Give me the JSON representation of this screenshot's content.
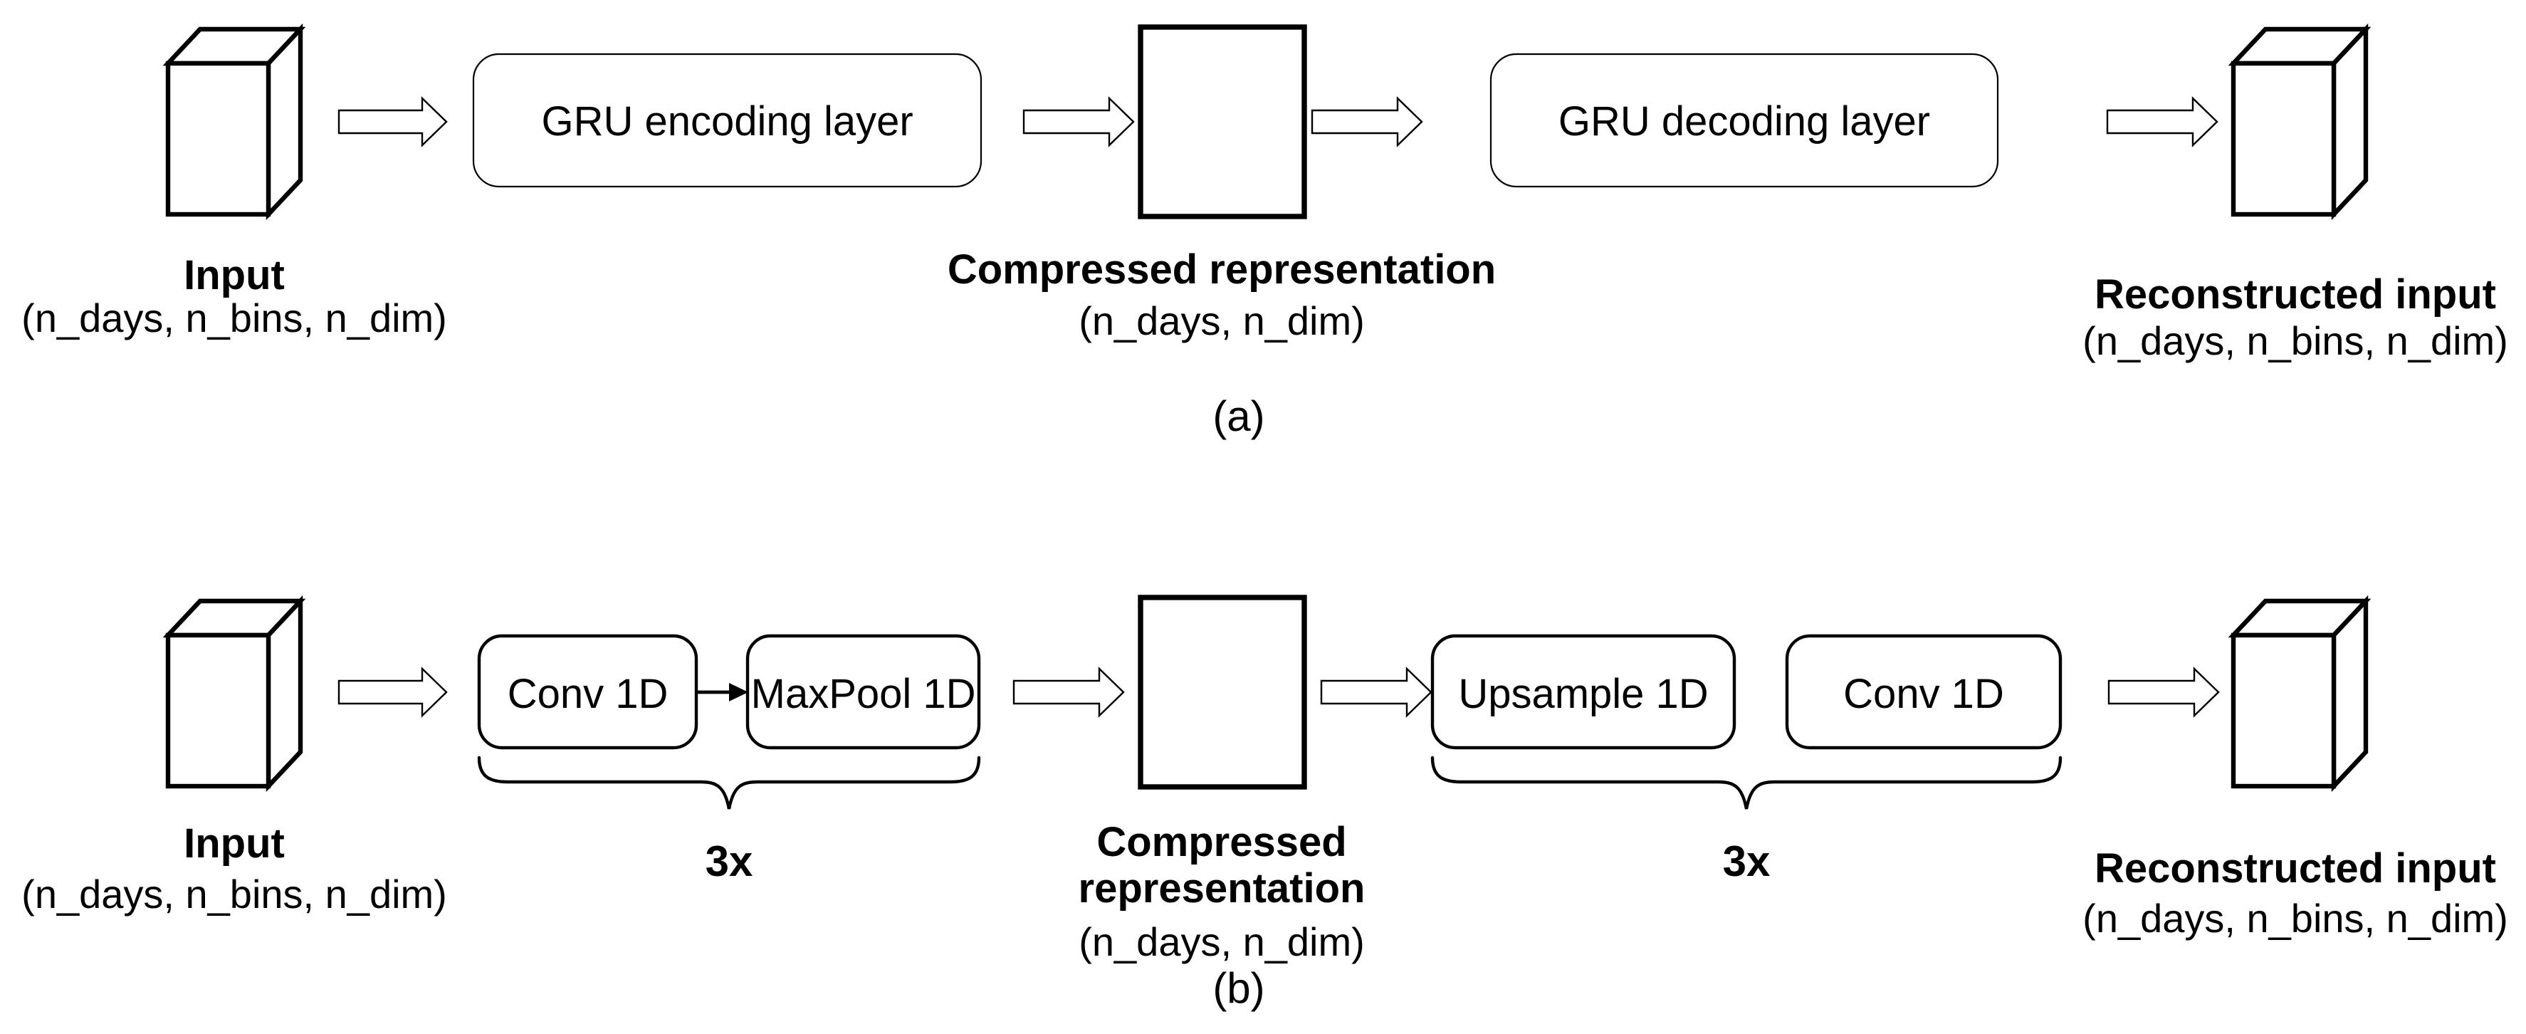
{
  "figure": {
    "background": "#ffffff",
    "ink": "#000000",
    "panel_a": {
      "tag": "(a)",
      "input": {
        "title": "Input",
        "dims": "(n_days, n_bins, n_dim)"
      },
      "encoder_box": "GRU encoding layer",
      "compressed": {
        "title": "Compressed representation",
        "dims": "(n_days, n_dim)"
      },
      "decoder_box": "GRU decoding layer",
      "output": {
        "title": "Reconstructed input",
        "dims": "(n_days, n_bins, n_dim)"
      }
    },
    "panel_b": {
      "tag": "(b)",
      "input": {
        "title": "Input",
        "dims": "(n_days, n_bins, n_dim)"
      },
      "encoder_boxes": [
        "Conv 1D",
        "MaxPool 1D"
      ],
      "encoder_repeat": "3x",
      "compressed": {
        "title_line1": "Compressed",
        "title_line2": "representation",
        "dims": "(n_days, n_dim)"
      },
      "decoder_boxes": [
        "Upsample 1D",
        "Conv 1D"
      ],
      "decoder_repeat": "3x",
      "output": {
        "title": "Reconstructed input",
        "dims": "(n_days, n_bins, n_dim)"
      }
    }
  }
}
